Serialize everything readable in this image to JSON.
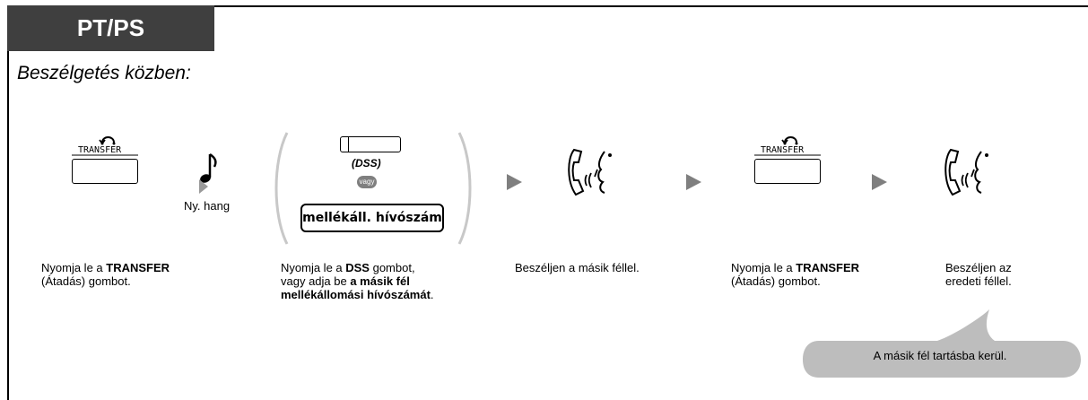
{
  "header": {
    "title": "PT/PS"
  },
  "subtitle": "Beszélgetés közben:",
  "steps": {
    "transfer1": {
      "key_label": "TRANSFER"
    },
    "tone": {
      "label": "Ny. hang"
    },
    "dss": {
      "label": "(DSS)",
      "or": "vagy",
      "number_box": "mellékáll. hívószám"
    },
    "transfer2": {
      "key_label": "TRANSFER"
    }
  },
  "descriptions": {
    "d1": {
      "l1a": "Nyomja le a ",
      "l1b": "TRANSFER",
      "l2": "(Átadás) gombot."
    },
    "d2": {
      "l1a": "Nyomja le a ",
      "l1b": "DSS",
      "l1c": " gombot,",
      "l2a": "vagy adja be ",
      "l2b": "a másik fél",
      "l3a": "mellékállomási hívószámát",
      "l3b": "."
    },
    "d3": {
      "l1": "Beszéljen a másik féllel."
    },
    "d4": {
      "l1a": "Nyomja le a ",
      "l1b": "TRANSFER",
      "l2": "(Átadás) gombot."
    },
    "d5": {
      "l1": "Beszéljen az",
      "l2": "eredeti féllel."
    }
  },
  "note": "A másik fél tartásba kerül.",
  "colors": {
    "header_bg": "#3f3f3f",
    "arrow": "#7f7f7f",
    "bubble": "#bdbdbd",
    "or_badge": "#7f7f7f"
  },
  "icons": [
    "transfer-arrow-icon",
    "music-note-icon",
    "handset-talking-icon",
    "play-arrow-icon"
  ]
}
